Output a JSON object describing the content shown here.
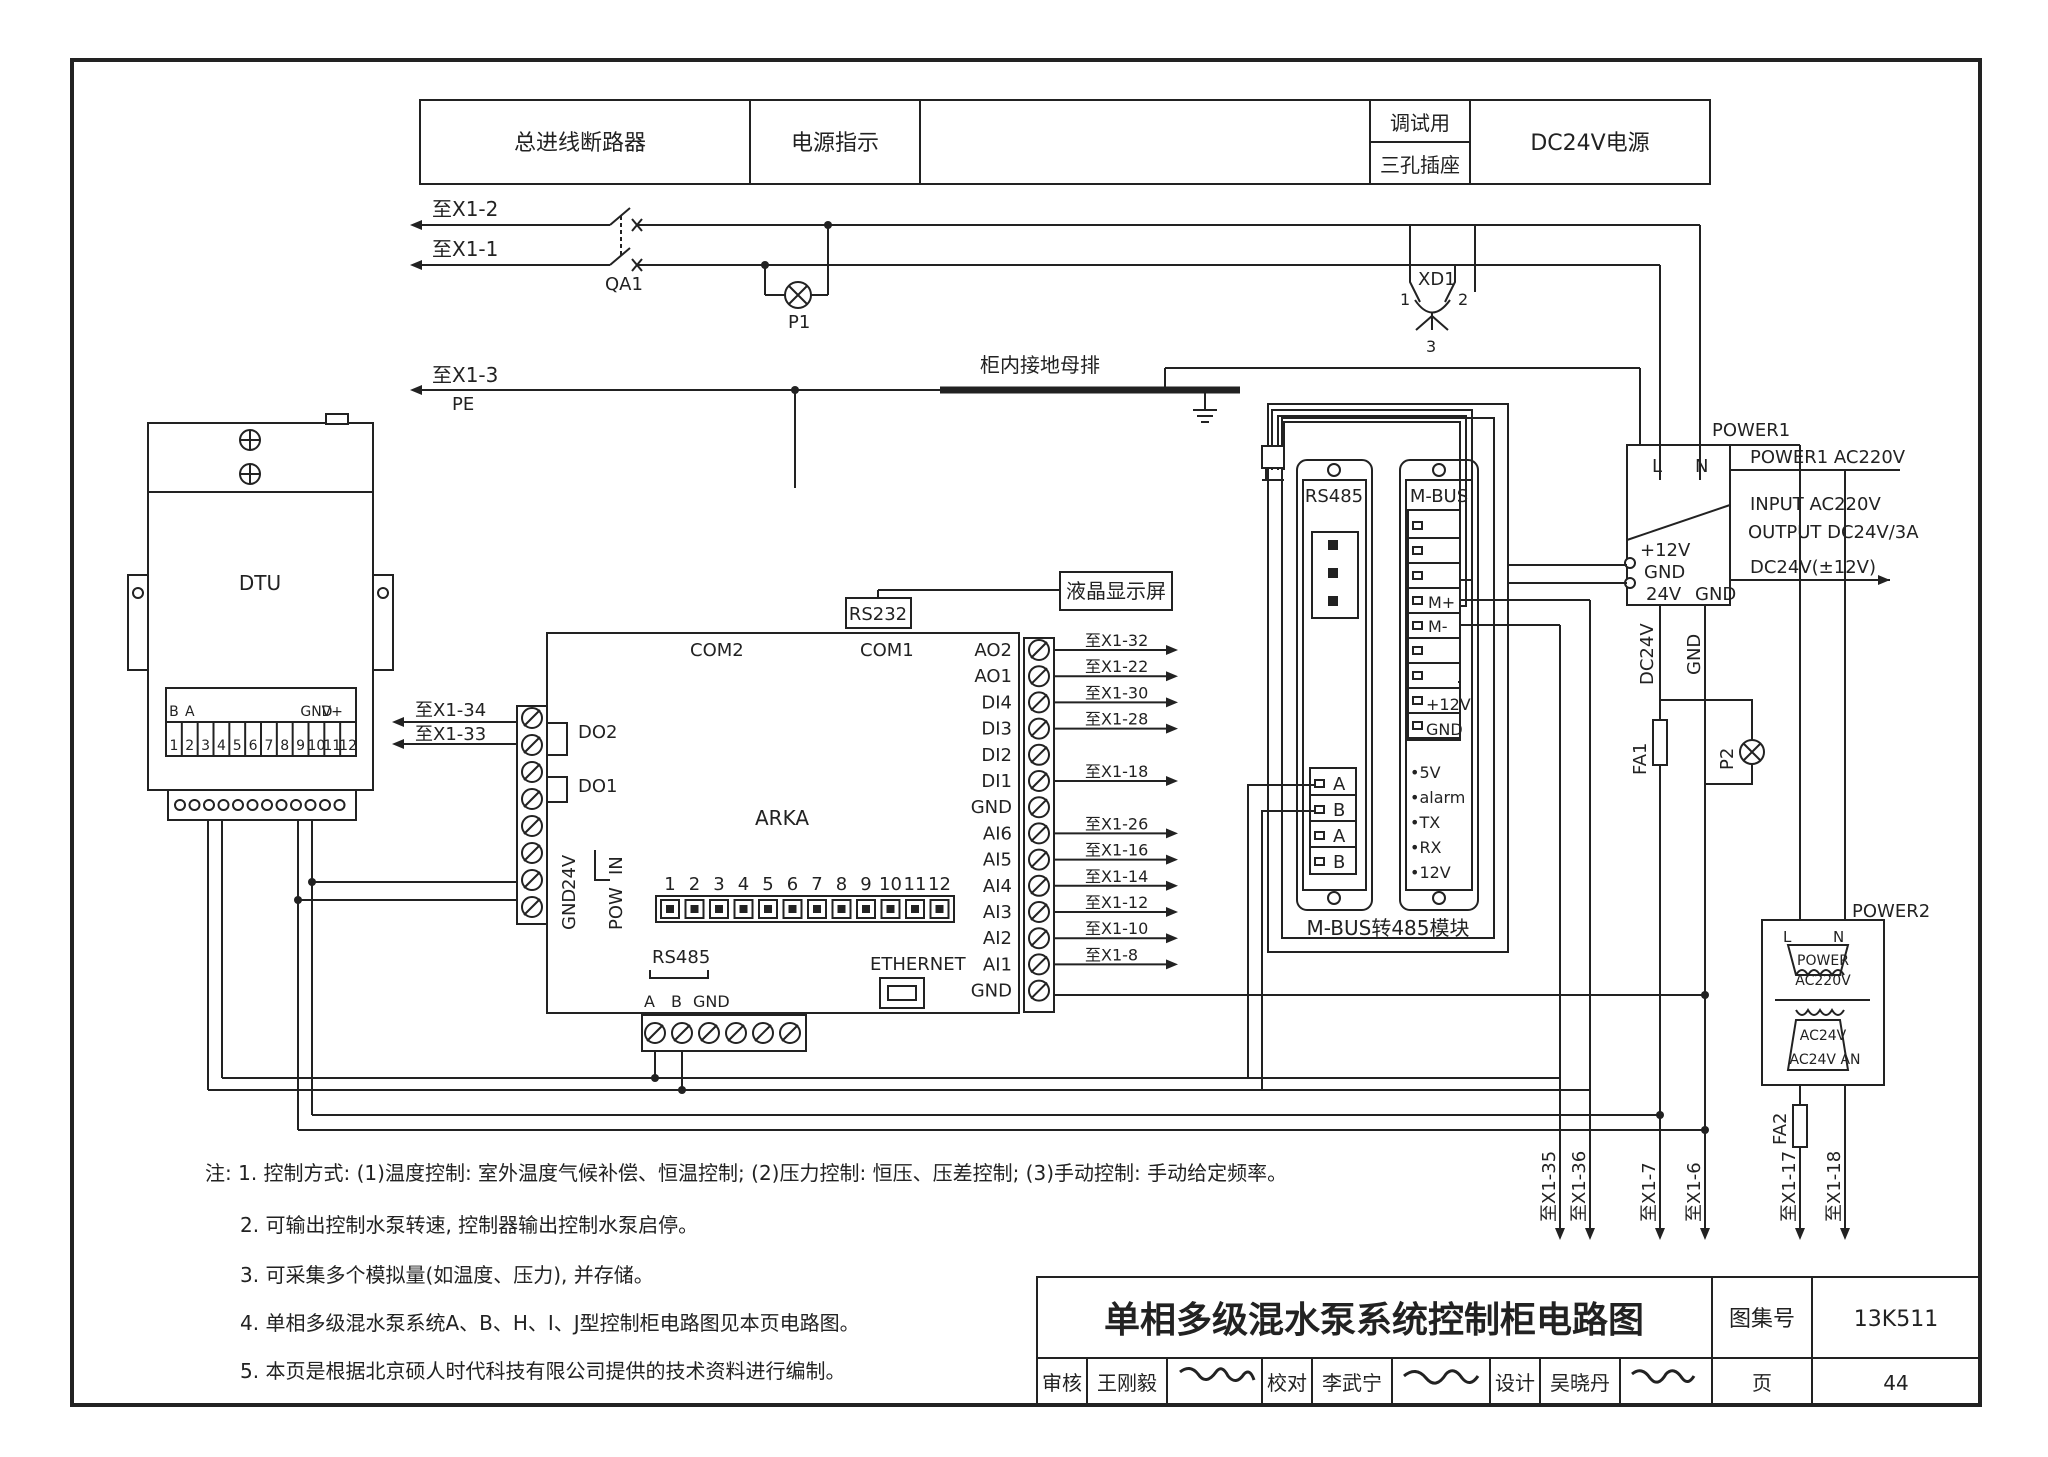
{
  "header": {
    "main_breaker": "总进线断路器",
    "power_indicator": "电源指示",
    "debug_l1": "调试用",
    "debug_l2": "三孔插座",
    "dc24_supply": "DC24V电源"
  },
  "feed": {
    "x1_2": "至X1-2",
    "x1_1": "至X1-1",
    "x1_3": "至X1-3",
    "pe": "PE",
    "qa1": "QA1",
    "p1": "P1",
    "xd1": "XD1",
    "xd1_p1": "1",
    "xd1_p2": "2",
    "xd1_p3": "3",
    "ground_bus": "柜内接地母排"
  },
  "dtu": {
    "label": "DTU",
    "terms_top": [
      "B",
      "A",
      "",
      "",
      "",
      "",
      "",
      "",
      "",
      "GND",
      "V+"
    ],
    "terms_bottom": [
      "1",
      "2",
      "3",
      "4",
      "5",
      "6",
      "7",
      "8",
      "9",
      "10",
      "11",
      "12"
    ]
  },
  "arka": {
    "label": "ARKA",
    "com2": "COM2",
    "com1": "COM1",
    "rs232": "RS232",
    "lcd": "液晶显示屏",
    "right_pins": [
      "AO2",
      "AO1",
      "DI4",
      "DI3",
      "DI2",
      "DI1",
      "GND",
      "AI6",
      "AI5",
      "AI4",
      "AI3",
      "AI2",
      "AI1",
      "GND"
    ],
    "right_refs": [
      "至X1-32",
      "至X1-22",
      "至X1-30",
      "至X1-28",
      "",
      "至X1-18",
      "",
      "至X1-26",
      "至X1-16",
      "至X1-14",
      "至X1-12",
      "至X1-10",
      "至X1-8",
      ""
    ],
    "do2": "DO2",
    "do1": "DO1",
    "left_ref1": "至X1-34",
    "left_ref2": "至X1-33",
    "v24": "24V",
    "gnd": "GND",
    "pow": "POW",
    "in": "IN",
    "dip_nums": [
      "1",
      "2",
      "3",
      "4",
      "5",
      "6",
      "7",
      "8",
      "9",
      "10",
      "11",
      "12"
    ],
    "rs485": "RS485",
    "rs485_a": "A",
    "rs485_b": "B",
    "rs485_gnd": "GND",
    "ethernet": "ETHERNET"
  },
  "mbus": {
    "rs485": "RS485",
    "mbus": "M-BUS",
    "caption": "M-BUS转485模块",
    "mplus": "M+",
    "mminus": "M-",
    "p12v": "+12V",
    "gnd": "GND",
    "a": "A",
    "b": "B",
    "leds": [
      "•5V",
      "•alarm",
      "•TX",
      "•RX",
      "•12V"
    ]
  },
  "power1": {
    "name": "POWER1",
    "l": "L",
    "n": "N",
    "ac": "POWER1 AC220V",
    "input": "INPUT AC220V",
    "output": "OUTPUT DC24V/3A",
    "dc": "DC24V(±12V)",
    "p12": "+12V",
    "gnd": "GND",
    "v24": "24V",
    "gnd2": "GND",
    "dc24v_vert": "DC24V",
    "gnd_vert": "GND",
    "fa1": "FA1",
    "p2": "P2"
  },
  "power2": {
    "name": "POWER2",
    "l": "L",
    "n": "N",
    "power": "POWER",
    "ac220": "AC220V",
    "ac24": "AC24V",
    "ac24an": "AC24V AN",
    "fa2": "FA2"
  },
  "bottom_refs": [
    "至X1-35",
    "至X1-36",
    "至X1-7",
    "至X1-6",
    "至X1-17",
    "至X1-18"
  ],
  "notes": [
    "注: 1. 控制方式: (1)温度控制: 室外温度气候补偿、恒温控制; (2)压力控制: 恒压、压差控制; (3)手动控制: 手动给定频率。",
    "2. 可输出控制水泵转速, 控制器输出控制水泵启停。",
    "3. 可采集多个模拟量(如温度、压力), 并存储。",
    "4. 单相多级混水泵系统A、B、H、I、J型控制柜电路图见本页电路图。",
    "5. 本页是根据北京硕人时代科技有限公司提供的技术资料进行编制。"
  ],
  "title_block": {
    "title": "单相多级混水泵系统控制柜电路图",
    "atlas_label": "图集号",
    "atlas_no": "13K511",
    "review": "审核",
    "reviewer": "王刚毅",
    "check": "校对",
    "checker": "李武宁",
    "design": "设计",
    "designer": "吴晓丹",
    "page_label": "页",
    "page_no": "44"
  }
}
